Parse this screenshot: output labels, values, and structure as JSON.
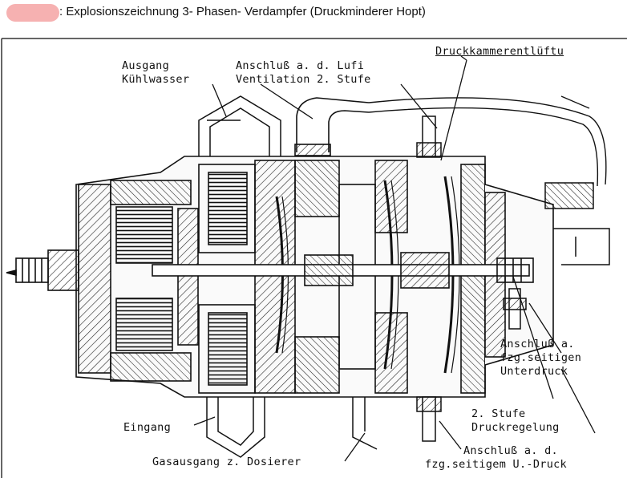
{
  "header": {
    "title": ": Explosionszeichnung 3- Phasen- Verdampfer (Druckminderer Hopt)"
  },
  "labels": {
    "ausgang": "Ausgang",
    "kuehlwasser": "Kühlwasser",
    "anschluss_lufi": "Anschluß a. d. Lufi",
    "ventilation": "Ventilation 2. Stufe",
    "druckkammer": "Druckkammerentlüftu",
    "anschluss_a": "Anschluß a.",
    "fzg_seitigen": "fzg.seitigen",
    "unterdruck": "Unterdruck",
    "zweite_stufe": "2. Stufe",
    "druckregelung": "Druckregelung",
    "anschluss_ad": "Anschluß a. d.",
    "fzg_u_druck": "fzg.seitigem U.-Druck",
    "eingang": "Eingang",
    "gasausgang": "Gasausgang z. Dosierer"
  }
}
